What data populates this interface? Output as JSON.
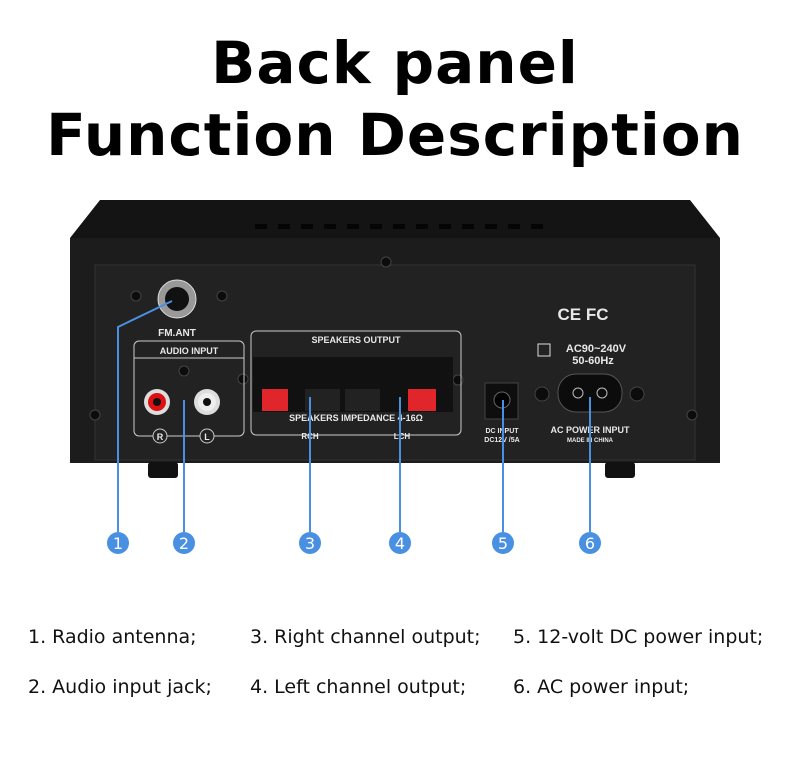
{
  "title": {
    "line1": "Back panel",
    "line2": "Function Description"
  },
  "panel_labels": {
    "fm_ant": "FM.ANT",
    "audio_input": "AUDIO INPUT",
    "r": "R",
    "l": "L",
    "speakers_output": "SPEAKERS OUTPUT",
    "speakers_impedance": "SPEAKERS IMPEDANCE 4-16Ω",
    "rch": "RCH",
    "lch": "LCH",
    "dc_input": "DC INPUT",
    "dc_rating": "DC12V /5A",
    "certs": "CE  FC",
    "ac_range": "AC90~240V",
    "ac_freq": "50-60Hz",
    "ac_power_input": "AC POWER INPUT",
    "made_in": "MADE IN CHINA"
  },
  "callouts": [
    "1",
    "2",
    "3",
    "4",
    "5",
    "6"
  ],
  "accent_color": "#4a90e2",
  "legend": [
    "1. Radio antenna;",
    "3. Right channel output;",
    "5. 12-volt DC power input;",
    "2. Audio input jack;",
    "4. Left channel output;",
    "6. AC power input;"
  ]
}
